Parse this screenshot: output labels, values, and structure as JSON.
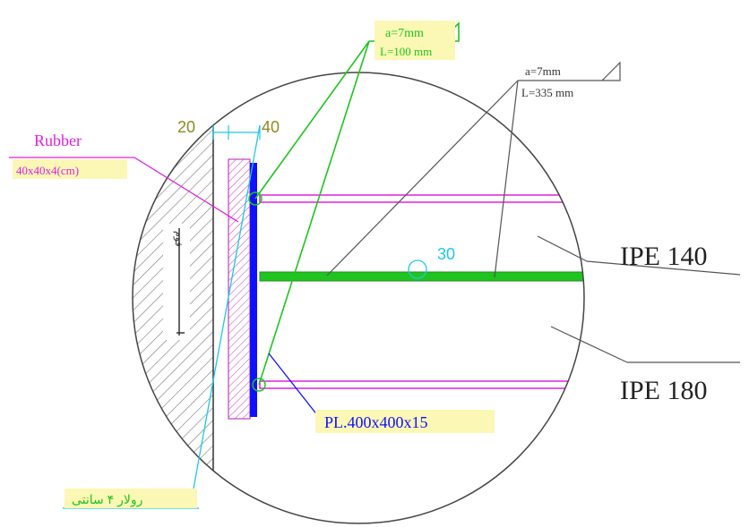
{
  "labels": {
    "weld_top_left_a": "a=7mm",
    "weld_top_left_l": "L=100 mm",
    "weld_top_right_a": "a=7mm",
    "weld_top_right_l": "L=335 mm",
    "dim_20": "20",
    "dim_40": "40",
    "rubber_title": "Rubber",
    "rubber_size": "40x40x4(cm)",
    "beam_ipe140": "IPE 140",
    "beam_ipe180": "IPE 180",
    "weld_30": "30",
    "plate": "PL.400x400x15",
    "bottom_note": "رولار ۴ سانتی",
    "wall_text": "فوم"
  },
  "colors": {
    "green": "#1fc41f",
    "magenta": "#e020e0",
    "blue": "#1010ff",
    "cyan": "#1ec8e6",
    "yellow_box": "#fbf7b5",
    "gray_line": "#555555",
    "hatch": "#666666"
  }
}
